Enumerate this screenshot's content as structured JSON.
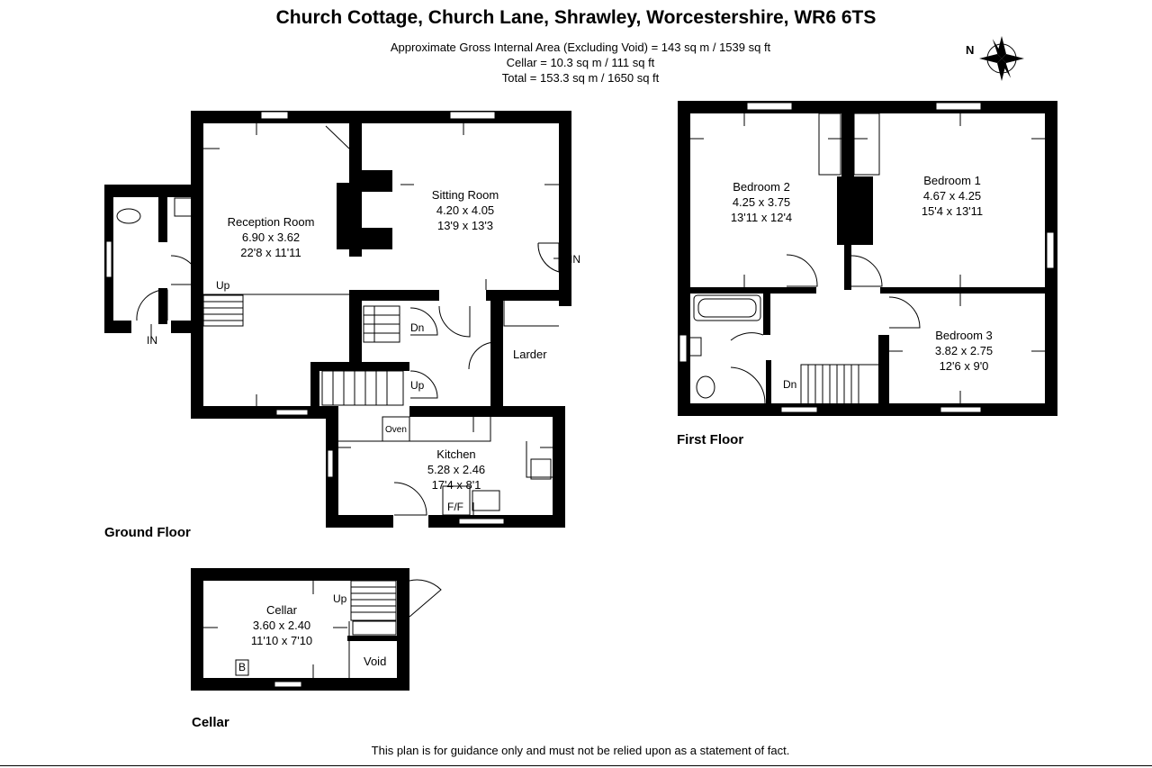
{
  "header": {
    "title": "Church Cottage, Church Lane, Shrawley, Worcestershire, WR6 6TS",
    "area_lines": [
      "Approximate Gross Internal Area (Excluding Void) = 143 sq m / 1539 sq ft",
      "Cellar = 10.3 sq m / 111 sq ft",
      "Total = 153.3 sq m / 1650 sq ft"
    ]
  },
  "compass": {
    "label": "N"
  },
  "floors": {
    "ground": "Ground Floor",
    "first": "First Floor",
    "cellar": "Cellar"
  },
  "rooms": {
    "reception": {
      "name": "Reception Room",
      "metric": "6.90 x 3.62",
      "imperial": "22'8 x 11'11"
    },
    "sitting": {
      "name": "Sitting Room",
      "metric": "4.20 x 4.05",
      "imperial": "13'9 x 13'3"
    },
    "kitchen": {
      "name": "Kitchen",
      "metric": "5.28 x 2.46",
      "imperial": "17'4 x 8'1"
    },
    "bedroom2": {
      "name": "Bedroom 2",
      "metric": "4.25 x 3.75",
      "imperial": "13'11 x 12'4"
    },
    "bedroom1": {
      "name": "Bedroom 1",
      "metric": "4.67 x 4.25",
      "imperial": "15'4 x 13'11"
    },
    "bedroom3": {
      "name": "Bedroom 3",
      "metric": "3.82 x 2.75",
      "imperial": "12'6 x 9'0"
    },
    "cellar": {
      "name": "Cellar",
      "metric": "3.60 x 2.40",
      "imperial": "11'10 x 7'10"
    }
  },
  "labels": {
    "larder": "Larder",
    "oven": "Oven",
    "ff": "F/F",
    "void": "Void",
    "boiler": "B",
    "up": "Up",
    "dn": "Dn",
    "in": "IN"
  },
  "footer": {
    "disclaimer": "This plan is for guidance only and must not be relied upon as a statement of fact."
  }
}
